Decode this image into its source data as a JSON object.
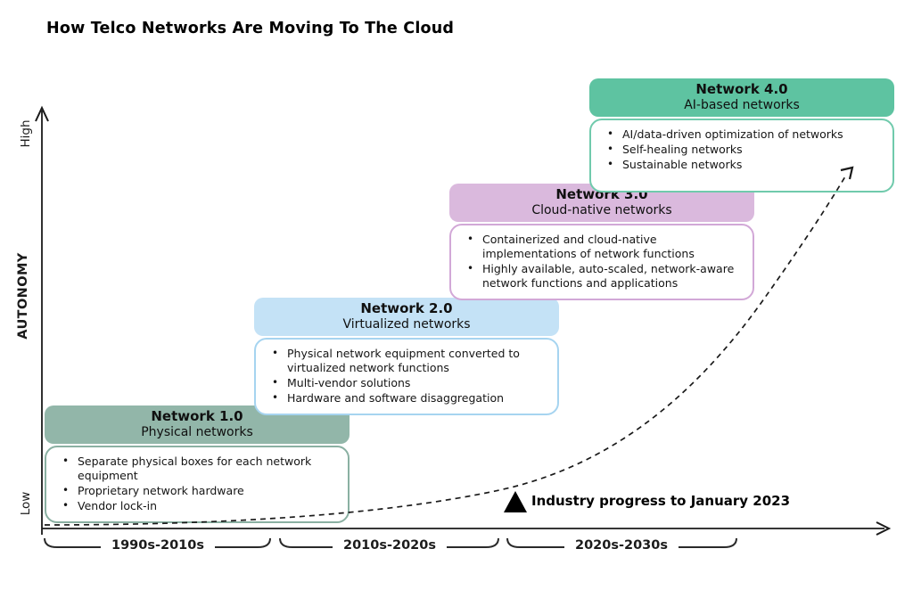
{
  "title": "How Telco Networks Are Moving To The Cloud",
  "y_axis": {
    "label": "AUTONOMY",
    "max_label": "High",
    "min_label": "Low"
  },
  "x_axis": {
    "periods": [
      "1990s-2010s",
      "2010s-2020s",
      "2020s-2030s"
    ]
  },
  "marker": {
    "icon": "triangle-up",
    "label": "Industry progress to January 2023"
  },
  "trend": {
    "style": "dashed-exponential-curve-with-arrow",
    "color": "#1a1a1a"
  },
  "stages": [
    {
      "title": "Network 1.0",
      "subtitle": "Physical networks",
      "colors": {
        "header": "#92b6a9",
        "border": "#8ab0a2"
      },
      "bullets": [
        "Separate physical boxes for each network equipment",
        "Proprietary network hardware",
        "Vendor lock-in"
      ]
    },
    {
      "title": "Network 2.0",
      "subtitle": "Virtualized networks",
      "colors": {
        "header": "#c4e2f6",
        "border": "#a6d4f0"
      },
      "bullets": [
        "Physical network equipment converted to virtualized network functions",
        "Multi-vendor solutions",
        "Hardware and software disaggregation"
      ]
    },
    {
      "title": "Network 3.0",
      "subtitle": "Cloud-native networks",
      "colors": {
        "header": "#dab9dd",
        "border": "#d2a8d7"
      },
      "bullets": [
        "Containerized and cloud-native implementations of network functions",
        "Highly available, auto-scaled, network-aware network functions and applications"
      ]
    },
    {
      "title": "Network 4.0",
      "subtitle": "AI-based networks",
      "colors": {
        "header": "#5ec3a1",
        "border": "#70caac"
      },
      "bullets": [
        "AI/data-driven optimization of networks",
        "Self-healing networks",
        "Sustainable networks"
      ]
    }
  ]
}
